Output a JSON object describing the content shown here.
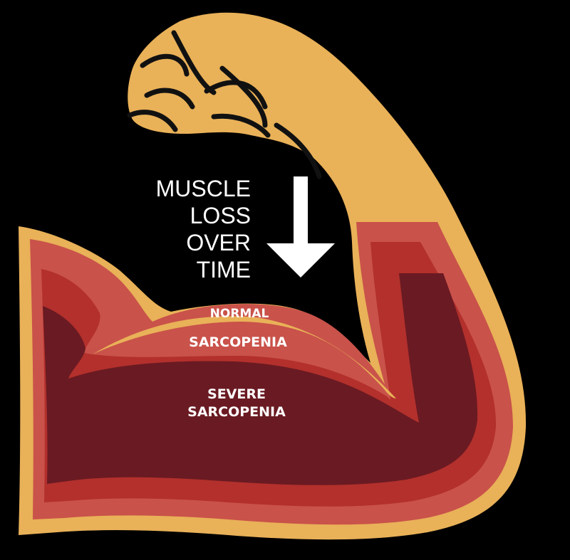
{
  "title_lines": [
    "MUSCLE",
    "LOSS",
    "OVER",
    "TIME"
  ],
  "layers": [
    {
      "id": "normal",
      "label_lines": [
        "NORMAL"
      ]
    },
    {
      "id": "sarcopenia",
      "label_lines": [
        "SARCOPENIA"
      ]
    },
    {
      "id": "severe",
      "label_lines": [
        "SEVERE",
        "SARCOPENIA"
      ]
    }
  ],
  "colors": {
    "background": "#000000",
    "skin": "#E9B158",
    "skin_outline": "#111111",
    "normal": "#C9524A",
    "sarcopenia": "#B3302C",
    "severe": "#6A1A22",
    "text": "#FFFFFF"
  },
  "icons": {
    "arrow": "down-arrow-icon",
    "fist": "clenched-fist-icon",
    "arm": "flexed-arm-icon"
  }
}
